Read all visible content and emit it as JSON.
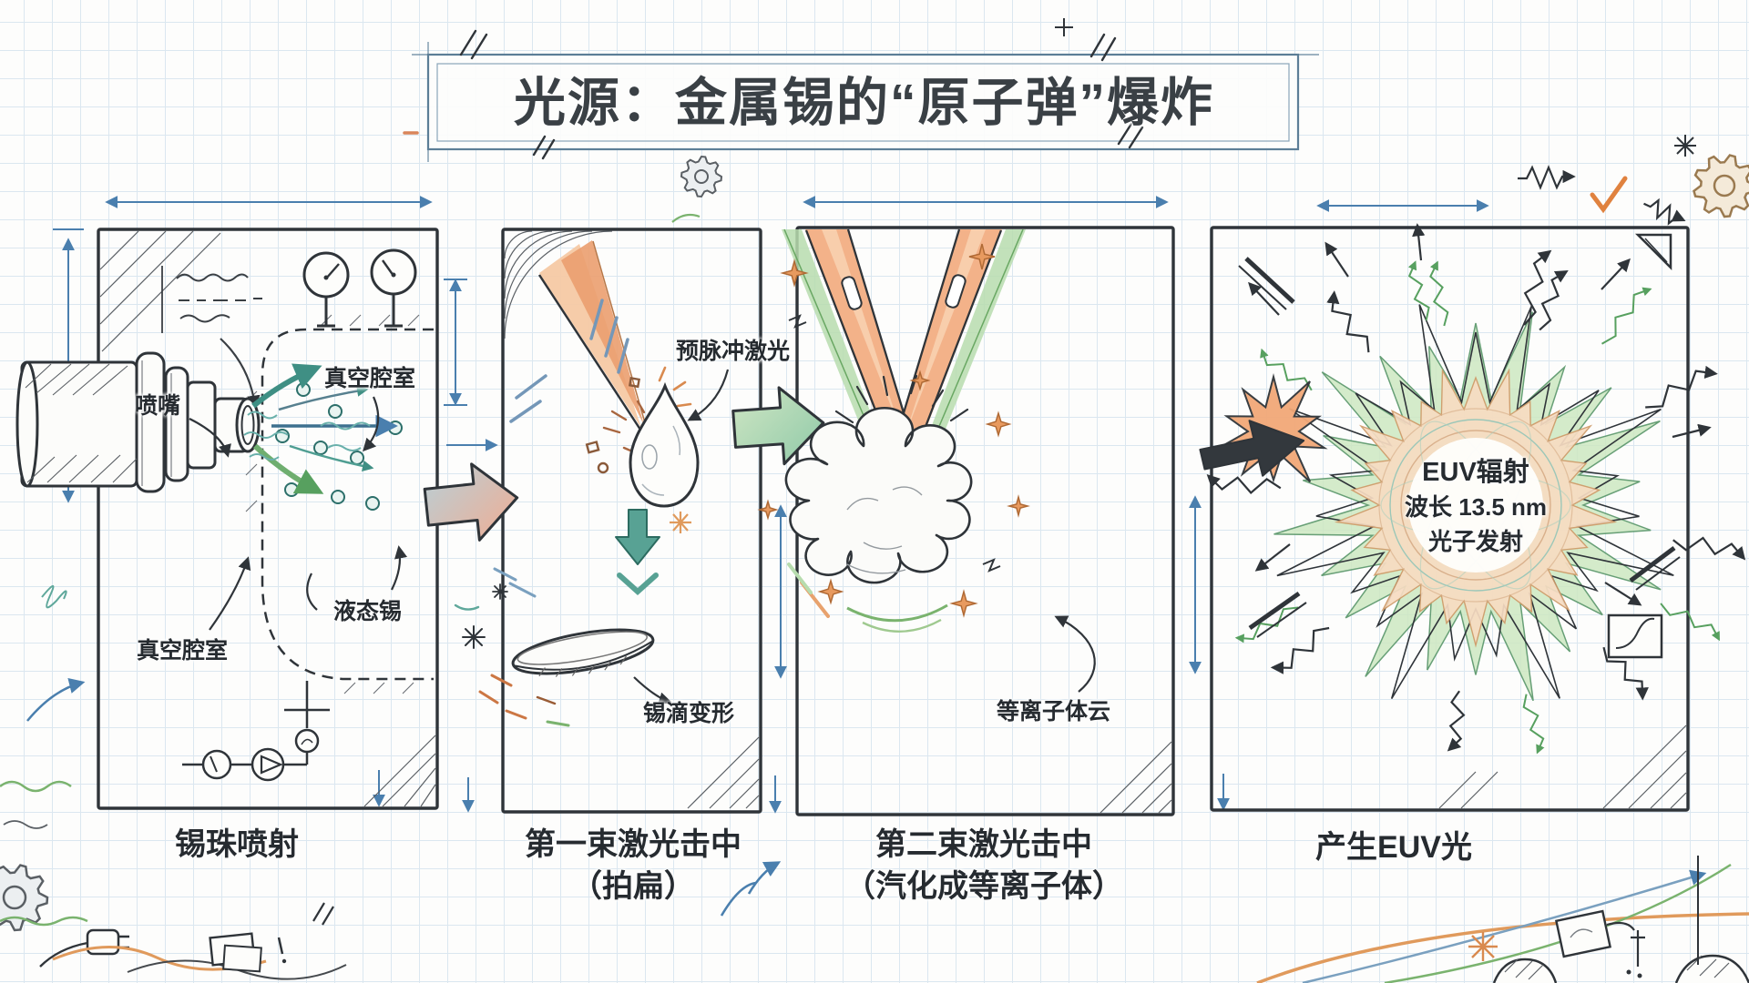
{
  "title": "光源：金属锡的“原子弹”爆炸",
  "panels": [
    {
      "caption1": "锡珠喷射",
      "caption2": "",
      "labels": {
        "nozzle": "喷嘴",
        "vacuum_chamber_top": "真空腔室",
        "liquid_tin": "液态锡",
        "vacuum_chamber_bottom": "真空腔室"
      }
    },
    {
      "caption1": "第一束激光击中",
      "caption2": "（拍扁）",
      "labels": {
        "prepulse_laser": "预脉冲激光",
        "droplet_deform": "锡滴变形"
      }
    },
    {
      "caption1": "第二束激光击中",
      "caption2": "（汽化成等离子体）",
      "labels": {
        "plasma_cloud": "等离子体云"
      }
    },
    {
      "caption1": "产生EUV光",
      "caption2": "",
      "labels": {
        "euv_radiation": "EUV辐射",
        "wavelength": "波长 13.5 nm",
        "photon_emission": "光子发射"
      }
    }
  ],
  "palette": {
    "ink": "#2f3439",
    "measure_blue": "#4a7fae",
    "laser_orange": "#eba273",
    "beam_green": "#b7dcae",
    "arrow_teal": "#3f8f84",
    "arrow_green": "#6fae6f",
    "grid_blue": "#dbe7f0"
  }
}
